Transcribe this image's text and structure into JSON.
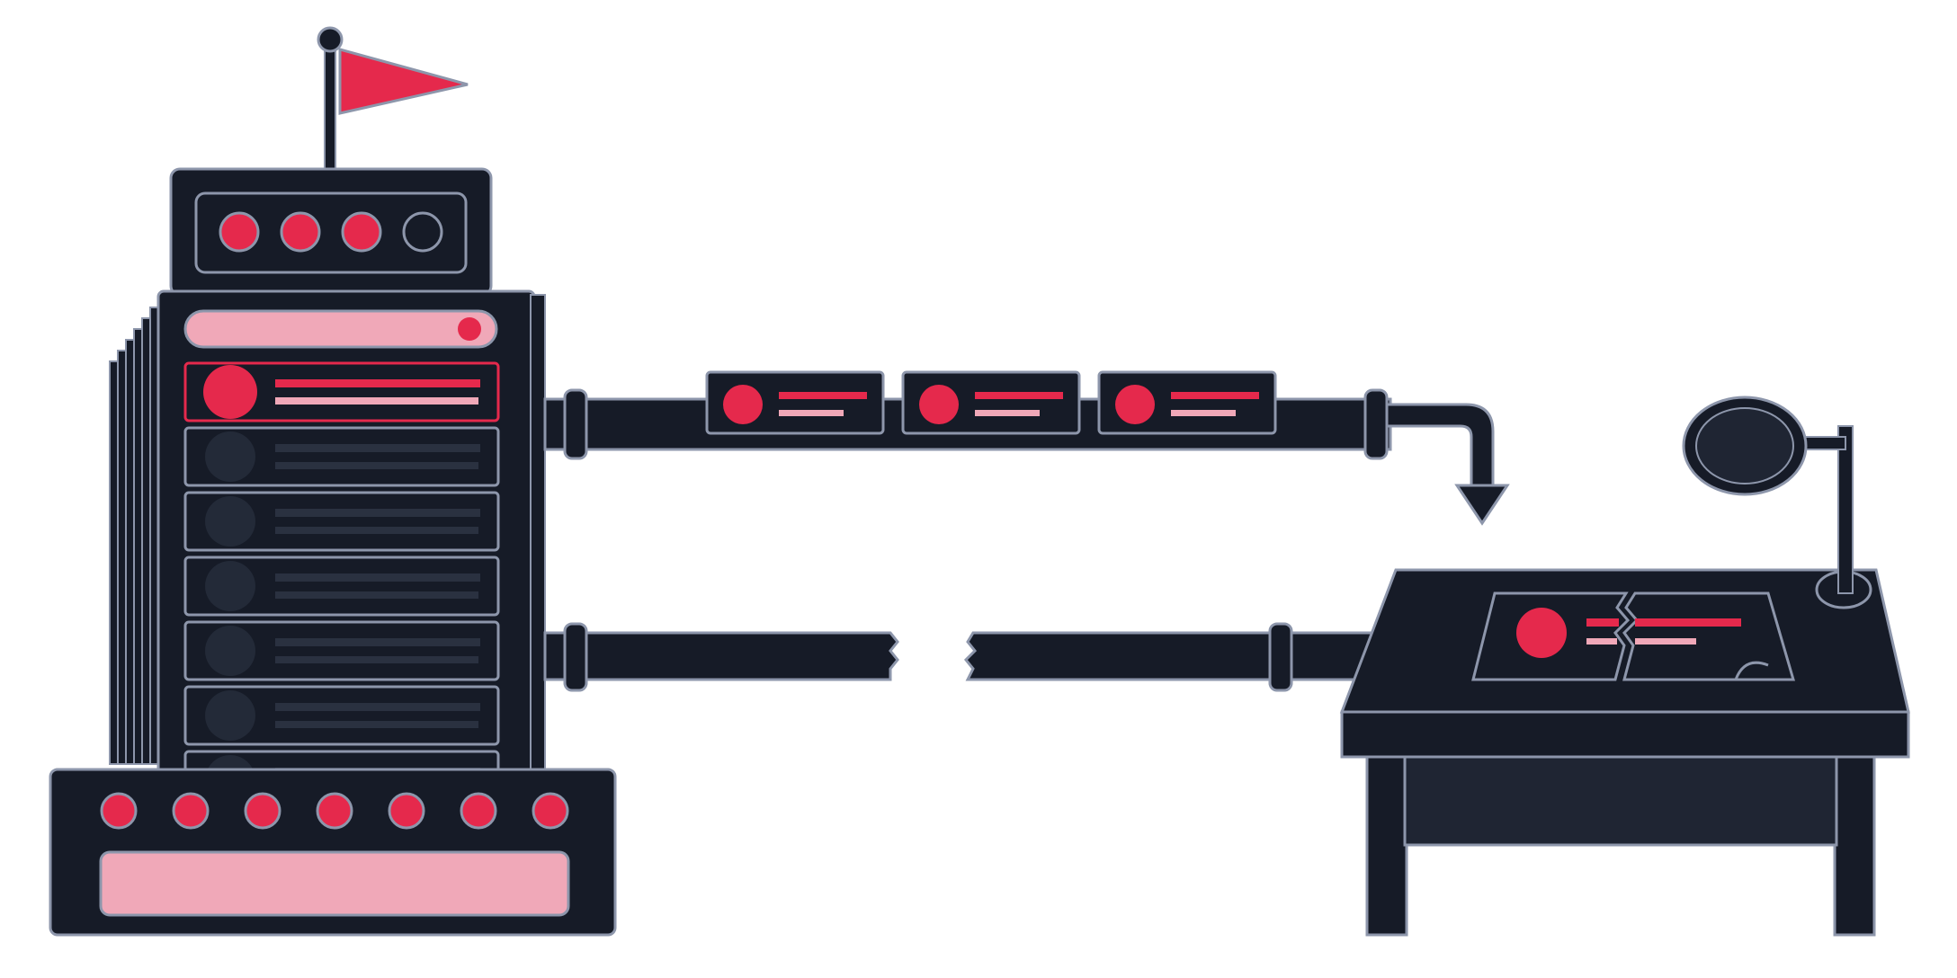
{
  "colors": {
    "background": "#ffffff",
    "machine": "#161b27",
    "machine_dark": "#1f2533",
    "outline": "#8d96ab",
    "accent": "#e5294c",
    "accent_light": "#f0a8b8",
    "muted_dot": "#232a38",
    "muted_line": "#2a3140"
  },
  "icons": {
    "flag": "flag-icon",
    "server": "server-rack-icon",
    "pipe": "pipe-icon",
    "message_card": "message-card-icon",
    "arrow": "arrow-down-icon",
    "desk": "desk-icon",
    "magnifier": "magnifying-glass-icon",
    "broken_card": "broken-card-icon"
  },
  "server": {
    "top_indicators": {
      "total": 4,
      "lit": 3
    },
    "base_indicators": {
      "total": 7,
      "lit": 7
    },
    "queue_slots": {
      "total": 7,
      "active": 1
    }
  },
  "pipeline": {
    "upper_messages": 3,
    "lower_pipe_broken": true
  },
  "desk": {
    "card_broken": true
  }
}
